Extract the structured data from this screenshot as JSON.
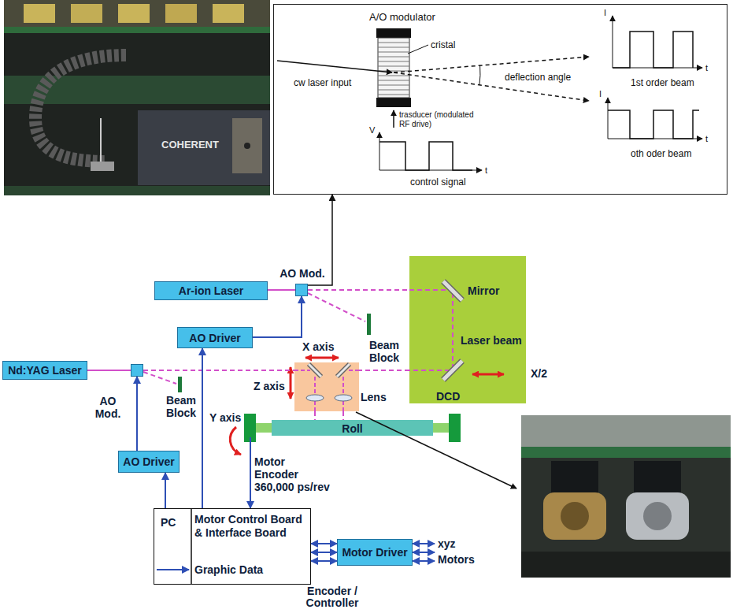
{
  "diagram": {
    "nodes": [
      {
        "text": [
          "A/O modulator",
          "cristal",
          "cw laser input",
          "deflection angle",
          "1st order beam",
          "oth oder beam",
          "trasducer (modulated RF drive)",
          "control signal"
        ]
      },
      {
        "text": [
          "Ar-ion Laser"
        ]
      },
      {
        "text": [
          "AO Mod."
        ]
      },
      {
        "text": [
          "Mirror",
          "Laser beam",
          "DCD"
        ]
      },
      {
        "text": [
          "AO Driver"
        ]
      },
      {
        "text": [
          "Nd:YAG Laser"
        ]
      },
      {
        "text": [
          "AO Mod."
        ]
      },
      {
        "text": [
          "X axis",
          "Z axis",
          "Lens"
        ]
      },
      {
        "text": [
          "Roll"
        ]
      },
      {
        "text": [
          "AO Driver"
        ]
      },
      {
        "text": [
          "PC",
          "Motor Control Board & Interface Board",
          "Graphic Data"
        ]
      },
      {
        "text": [
          "Motor Driver"
        ]
      }
    ],
    "edges": [
      {
        "from": 1,
        "to": 2,
        "arrow": "none"
      },
      {
        "from": 5,
        "to": 6,
        "arrow": "none"
      },
      {
        "from": 2,
        "to": 3,
        "arrow": "none"
      },
      {
        "from": 3,
        "to": 7,
        "arrow": "none"
      },
      {
        "from": 6,
        "to": 7,
        "arrow": "none"
      },
      {
        "from": 7,
        "to": 8,
        "arrow": "none"
      },
      {
        "from": 7,
        "to": 8,
        "arrow": "none"
      },
      {
        "from": 4,
        "to": 2,
        "arrow": "to"
      },
      {
        "from": 9,
        "to": 6,
        "arrow": "to"
      },
      {
        "from": 10,
        "to": 4,
        "arrow": "to"
      },
      {
        "from": 10,
        "to": 9,
        "arrow": "to"
      },
      {
        "from": 8,
        "to": 10,
        "arrow": "to"
      },
      {
        "from": 10,
        "to": 11,
        "arrow": "both"
      },
      {
        "from": 10,
        "to": 11,
        "arrow": "both"
      },
      {
        "from": 10,
        "to": 11,
        "arrow": "both"
      },
      {
        "from": 2,
        "to": 0,
        "arrow": "to"
      }
    ],
    "labels": [
      "COHERENT",
      "I",
      "t",
      "I",
      "t",
      "V",
      "t",
      "Beam Block",
      "Beam Block",
      "X/2",
      "Y axis",
      "Motor Encoder",
      "360,000 ps/rev",
      "xyz Motors",
      "Encoder / Controller"
    ]
  }
}
